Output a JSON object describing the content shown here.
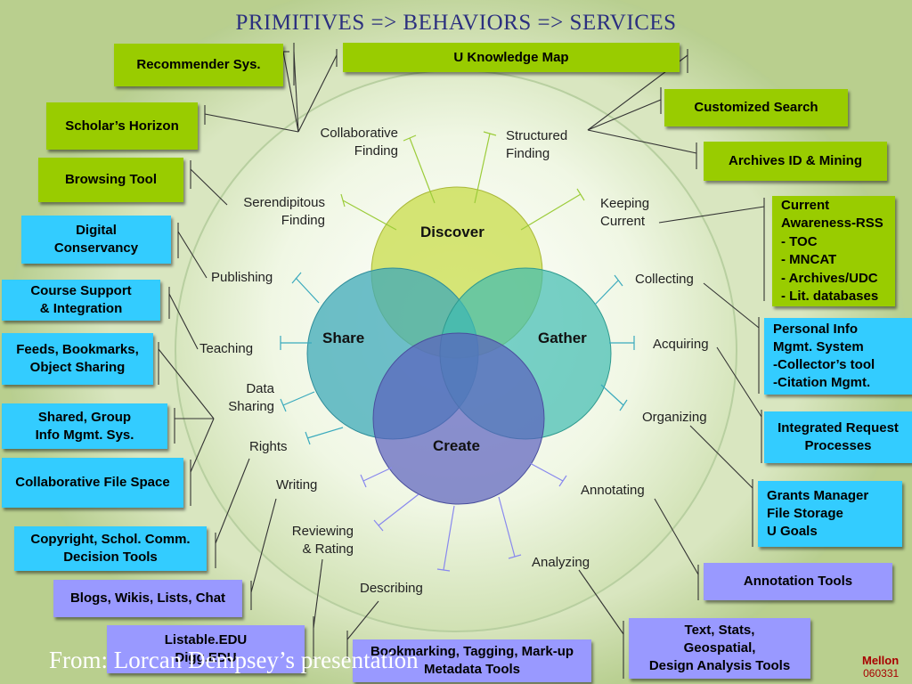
{
  "title": "PRIMITIVES => BEHAVIORS => SERVICES",
  "circles": {
    "discover": "Discover",
    "share": "Share",
    "gather": "Gather",
    "create": "Create"
  },
  "behaviors": {
    "collaborative_finding": "Collaborative\nFinding",
    "structured_finding": "Structured\nFinding",
    "serendipitous_finding": "Serendipitous\nFinding",
    "keeping_current": "Keeping\nCurrent",
    "publishing": "Publishing",
    "collecting": "Collecting",
    "teaching": "Teaching",
    "acquiring": "Acquiring",
    "data_sharing": "Data\nSharing",
    "organizing": "Organizing",
    "rights": "Rights",
    "writing": "Writing",
    "annotating": "Annotating",
    "reviewing_rating": "Reviewing\n& Rating",
    "analyzing": "Analyzing",
    "describing": "Describing"
  },
  "services": {
    "recommender": "Recommender Sys.",
    "u_knowledge_map": "U Knowledge Map",
    "scholars_horizon": "Scholar’s Horizon",
    "customized_search": "Customized Search",
    "browsing_tool": "Browsing Tool",
    "archives_id_mining": "Archives ID & Mining",
    "digital_conservancy": "Digital\nConservancy",
    "current_awareness": "Current\nAwareness-RSS\n  - TOC\n  - MNCAT\n  - Archives/UDC\n  - Lit. databases",
    "course_support": "Course Support\n& Integration",
    "feeds_bookmarks": "Feeds, Bookmarks,\nObject Sharing",
    "personal_info": "Personal Info\n Mgmt. System\n-Collector’s tool\n-Citation Mgmt.",
    "shared_group": "Shared, Group\nInfo Mgmt. Sys.",
    "integrated_request": "Integrated Request\nProcesses",
    "collaborative_file": "Collaborative File Space",
    "grants_manager": "Grants Manager\nFile Storage\nU Goals",
    "copyright": "Copyright, Schol. Comm.\nDecision Tools",
    "annotation_tools": "Annotation Tools",
    "blogs_wikis": "Blogs, Wikis, Lists, Chat",
    "listable": "Listable.EDU\nDigg.EDU",
    "bookmarking": "Bookmarking, Tagging, Mark-up\nMetadata Tools",
    "text_stats": "Text, Stats,\nGeospatial,\nDesign Analysis Tools"
  },
  "credit": "From: Lorcan Dempsey’s presentation",
  "logo": {
    "name": "Mellon",
    "code": "060331"
  },
  "colors": {
    "green": "#99cc00",
    "blue": "#33ccff",
    "purple": "#9999ff",
    "title": "#2b2f7f"
  }
}
